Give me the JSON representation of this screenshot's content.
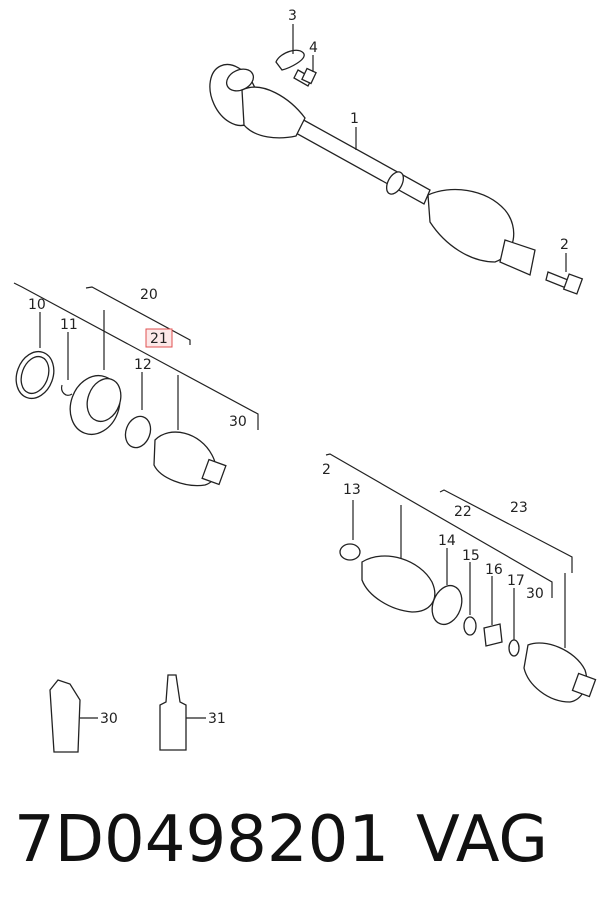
{
  "callouts": {
    "c1": "1",
    "c2a": "2",
    "c3": "3",
    "c4": "4",
    "c10": "10",
    "c11": "11",
    "c12": "12",
    "c20": "20",
    "c21": "21",
    "c30a": "30",
    "c2b": "2",
    "c13": "13",
    "c14": "14",
    "c15": "15",
    "c16": "16",
    "c17": "17",
    "c22": "22",
    "c23": "23",
    "c30b": "30",
    "c30c": "30",
    "c31": "31"
  },
  "highlight_color": "#e05050",
  "footer": {
    "part_number": "7D0498201",
    "brand": "VAG"
  }
}
